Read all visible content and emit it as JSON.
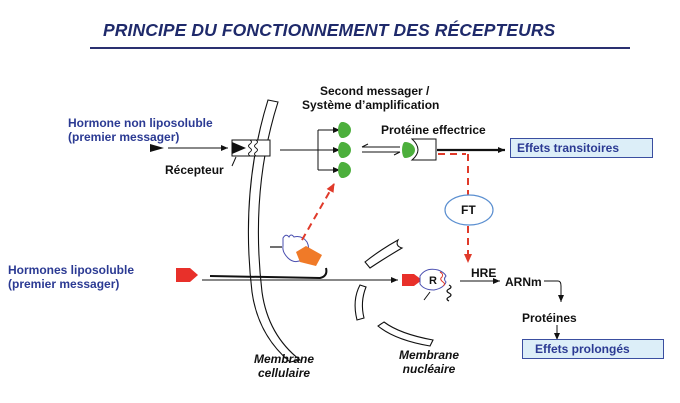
{
  "title": "PRINCIPE DU FONCTIONNEMENT DES RÉCEPTEURS",
  "labels": {
    "hormone_non_lipo_line1": "Hormone non liposoluble",
    "hormone_non_lipo_line2": "(premier messager)",
    "hormone_lipo_line1": "Hormones liposoluble",
    "hormone_lipo_line2": "(premier messager)",
    "recepteur": "Récepteur",
    "second_messager_line1": "Second messager /",
    "second_messager_line2": "Système d’amplification",
    "proteine_effectrice": "Protéine effectrice",
    "ft": "FT",
    "r": "R",
    "hre": "HRE",
    "arnm": "ARNm",
    "proteines": "Protéines",
    "membrane_cellulaire_line1": "Membrane",
    "membrane_cellulaire_line2": "cellulaire",
    "membrane_nucleaire_line1": "Membrane",
    "membrane_nucleaire_line2": "nucléaire"
  },
  "effects": {
    "transitoires": "Effets transitoires",
    "prolonges": "Effets prolongés"
  },
  "colors": {
    "title": "#1f2a6b",
    "label_blue": "#2b3a93",
    "green_messenger": "#4caf3c",
    "red_hormone": "#e8302a",
    "orange_complex": "#f07a28",
    "dashed_red": "#e03a2a",
    "effect_box_fill": "#dceef8"
  }
}
